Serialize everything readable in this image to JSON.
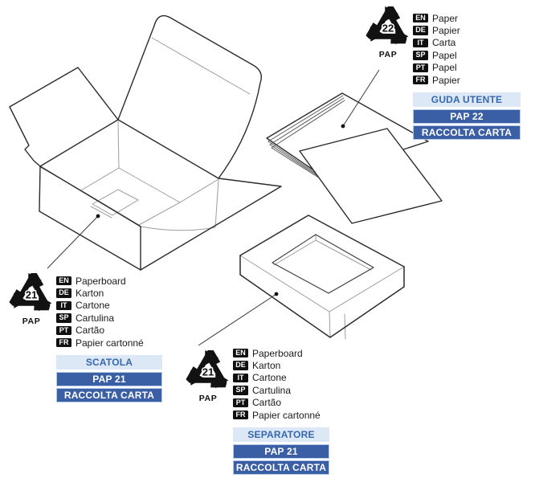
{
  "colors": {
    "accent_dark": "#3a5fa5",
    "accent_light": "#dce8f5",
    "accent_text": "#3767ad",
    "badge_bg": "#101010",
    "line_black": "#2b2b29",
    "line_gray": "#9d9d9c"
  },
  "sections": {
    "user_guide": {
      "symbol": {
        "code": "22",
        "material": "PAP"
      },
      "languages": [
        {
          "code": "EN",
          "label": "Paper"
        },
        {
          "code": "DE",
          "label": "Papier"
        },
        {
          "code": "IT",
          "label": "Carta"
        },
        {
          "code": "SP",
          "label": "Papel"
        },
        {
          "code": "PT",
          "label": "Papel"
        },
        {
          "code": "FR",
          "label": "Papier"
        }
      ],
      "labels": {
        "title": "GUDA UTENTE",
        "code": "PAP 22",
        "disposal": "RACCOLTA CARTA"
      }
    },
    "box": {
      "symbol": {
        "code": "21",
        "material": "PAP"
      },
      "languages": [
        {
          "code": "EN",
          "label": "Paperboard"
        },
        {
          "code": "DE",
          "label": "Karton"
        },
        {
          "code": "IT",
          "label": "Cartone"
        },
        {
          "code": "SP",
          "label": "Cartulina"
        },
        {
          "code": "PT",
          "label": "Cartão"
        },
        {
          "code": "FR",
          "label": "Papier cartonné"
        }
      ],
      "labels": {
        "title": "SCATOLA",
        "code": "PAP 21",
        "disposal": "RACCOLTA CARTA"
      }
    },
    "separator": {
      "symbol": {
        "code": "21",
        "material": "PAP"
      },
      "languages": [
        {
          "code": "EN",
          "label": "Paperboard"
        },
        {
          "code": "DE",
          "label": "Karton"
        },
        {
          "code": "IT",
          "label": "Cartone"
        },
        {
          "code": "SP",
          "label": "Cartulina"
        },
        {
          "code": "PT",
          "label": "Cartão"
        },
        {
          "code": "FR",
          "label": "Papier cartonné"
        }
      ],
      "labels": {
        "title": "SEPARATORE",
        "code": "PAP 21",
        "disposal": "RACCOLTA CARTA"
      }
    }
  }
}
